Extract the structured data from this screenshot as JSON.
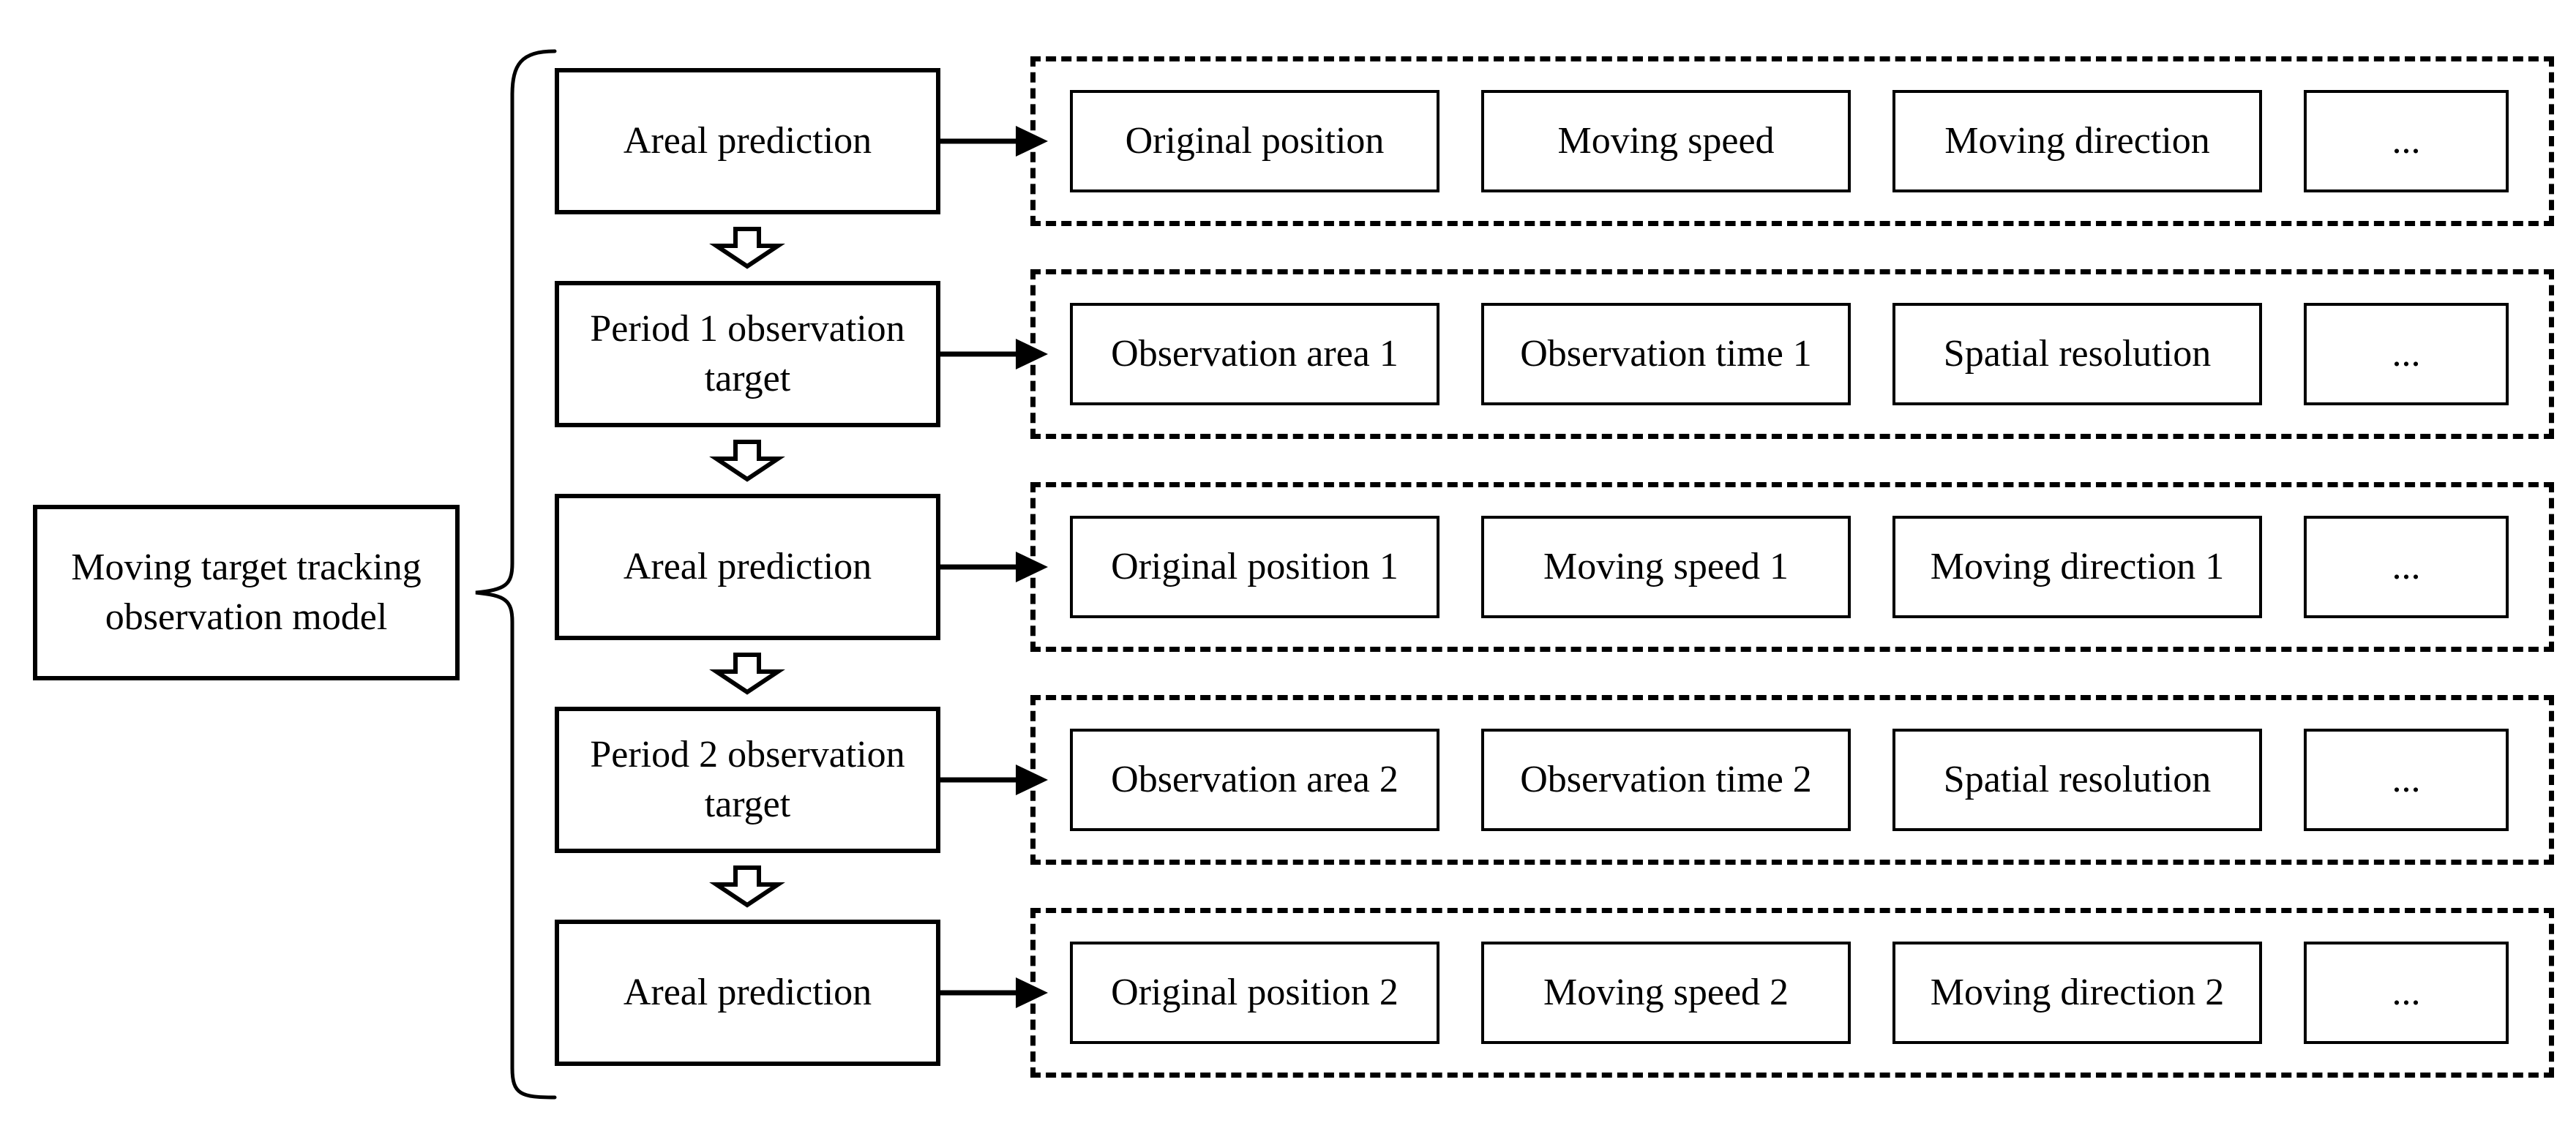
{
  "colors": {
    "ink": "#000000",
    "background": "#ffffff"
  },
  "diagram": {
    "root_label": "Moving target tracking observation model",
    "rows": [
      {
        "node": "Areal prediction",
        "items": [
          "Original position",
          "Moving speed",
          "Moving direction",
          "..."
        ]
      },
      {
        "node": "Period 1 observation target",
        "items": [
          "Observation area 1",
          "Observation time 1",
          "Spatial resolution",
          "..."
        ]
      },
      {
        "node": "Areal prediction",
        "items": [
          "Original position 1",
          "Moving speed 1",
          "Moving direction 1",
          "..."
        ]
      },
      {
        "node": "Period 2 observation target",
        "items": [
          "Observation area 2",
          "Observation time 2",
          "Spatial resolution",
          "..."
        ]
      },
      {
        "node": "Areal prediction",
        "items": [
          "Original position 2",
          "Moving speed 2",
          "Moving direction 2",
          "..."
        ]
      }
    ]
  }
}
